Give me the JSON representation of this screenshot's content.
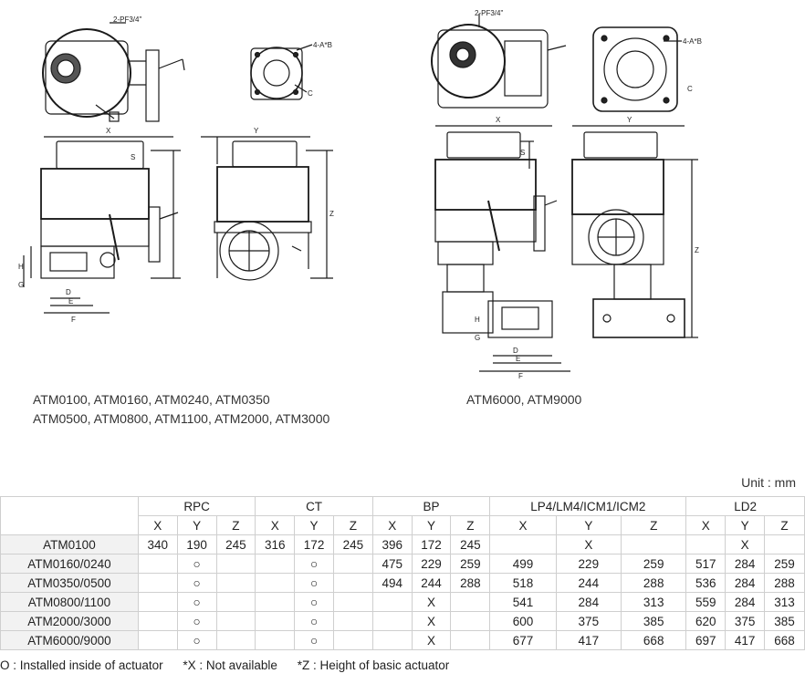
{
  "drawings": {
    "labels": {
      "pf": "2-PF3/4\"",
      "bolt": "4-A*B",
      "c": "C",
      "x": "X",
      "y": "Y",
      "z": "Z",
      "s": "S",
      "h": "H",
      "g": "G",
      "d": "D",
      "e": "E",
      "f": "F"
    }
  },
  "captions": {
    "left_line1": "ATM0100, ATM0160, ATM0240, ATM0350",
    "left_line2": "ATM0500, ATM0800, ATM1100, ATM2000, ATM3000",
    "right_line1": "ATM6000, ATM9000"
  },
  "unit": "Unit : mm",
  "table": {
    "groups": [
      "RPC",
      "CT",
      "BP",
      "LP4/LM4/ICM1/ICM2",
      "LD2"
    ],
    "subheaders": [
      "X",
      "Y",
      "Z",
      "X",
      "Y",
      "Z",
      "X",
      "Y",
      "Z",
      "X",
      "Y",
      "Z",
      "X",
      "Y",
      "Z"
    ],
    "rows": [
      {
        "model": "ATM0100",
        "cells": [
          "340",
          "190",
          "245",
          "316",
          "172",
          "245",
          "396",
          "172",
          "245",
          "",
          "X",
          "",
          "",
          "X",
          ""
        ]
      },
      {
        "model": "ATM0160/0240",
        "cells": [
          "",
          "○",
          "",
          "",
          "○",
          "",
          "475",
          "229",
          "259",
          "499",
          "229",
          "259",
          "517",
          "284",
          "259"
        ]
      },
      {
        "model": "ATM0350/0500",
        "cells": [
          "",
          "○",
          "",
          "",
          "○",
          "",
          "494",
          "244",
          "288",
          "518",
          "244",
          "288",
          "536",
          "284",
          "288"
        ]
      },
      {
        "model": "ATM0800/1100",
        "cells": [
          "",
          "○",
          "",
          "",
          "○",
          "",
          "",
          "X",
          "",
          "541",
          "284",
          "313",
          "559",
          "284",
          "313"
        ]
      },
      {
        "model": "ATM2000/3000",
        "cells": [
          "",
          "○",
          "",
          "",
          "○",
          "",
          "",
          "X",
          "",
          "600",
          "375",
          "385",
          "620",
          "375",
          "385"
        ]
      },
      {
        "model": "ATM6000/9000",
        "cells": [
          "",
          "○",
          "",
          "",
          "○",
          "",
          "",
          "X",
          "",
          "677",
          "417",
          "668",
          "697",
          "417",
          "668"
        ]
      }
    ]
  },
  "footnotes": [
    "O : Installed inside of actuator",
    "*X : Not available",
    "*Z : Height of basic actuator"
  ]
}
